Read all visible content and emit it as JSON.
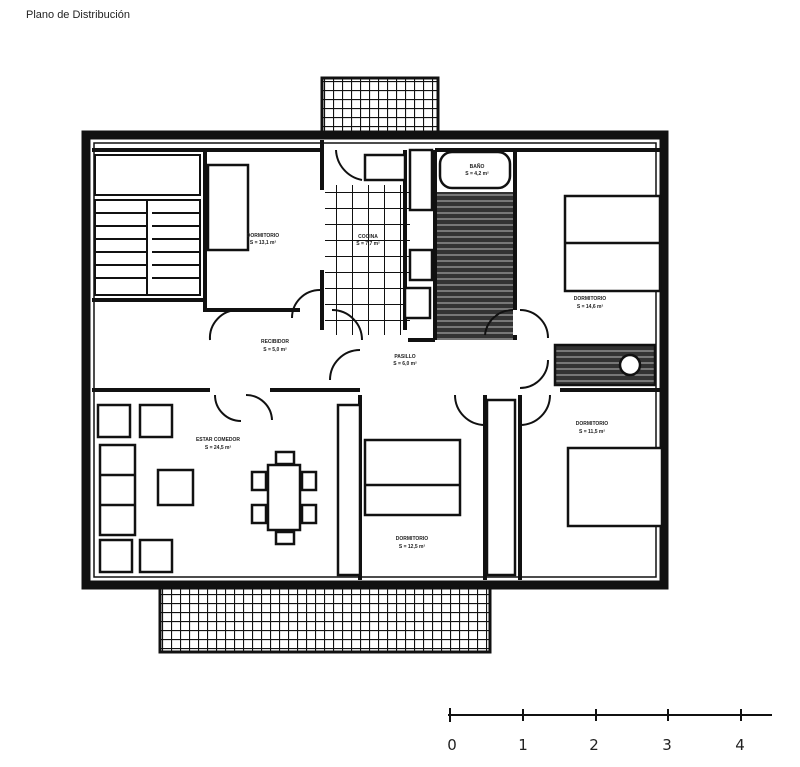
{
  "title": "Plano de Distribución",
  "rooms": [
    {
      "name": "DORMITORIO",
      "area": "S = 13,1 m²"
    },
    {
      "name": "COCINA",
      "area": "S = 7,7 m²"
    },
    {
      "name": "BAÑO",
      "area": "S = 4,2 m²"
    },
    {
      "name": "DORMITORIO",
      "area": "S = 14,6 m²"
    },
    {
      "name": "RECIBIDOR",
      "area": "S = 5,0 m²"
    },
    {
      "name": "PASILLO",
      "area": "S = 6,0 m²"
    },
    {
      "name": "ESTAR COMEDOR",
      "area": "S = 24,5 m²"
    },
    {
      "name": "DORMITORIO",
      "area": "S = 12,5 m²"
    },
    {
      "name": "DORMITORIO",
      "area": "S = 11,5 m²"
    }
  ],
  "scale_bar": {
    "ticks": [
      "0",
      "1",
      "2",
      "3",
      "4"
    ]
  }
}
